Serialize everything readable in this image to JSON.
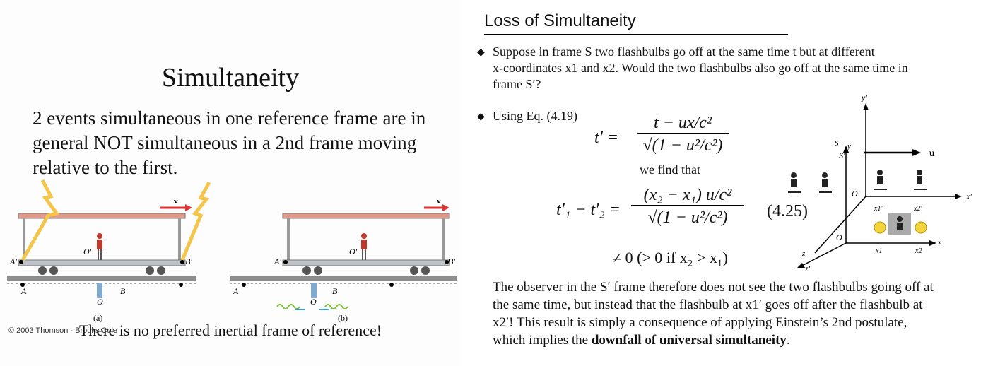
{
  "left": {
    "title": "Simultaneity",
    "body": "2 events simultaneous in one reference frame are in general NOT simultaneous in a 2nd frame moving relative to the first.",
    "caption": "There is no preferred inertial frame of reference!",
    "copyright": "© 2003 Thomson - Brooks Cole",
    "fig": {
      "v": "v",
      "A_prime": "A′",
      "B_prime": "B′",
      "O_prime": "O′",
      "A": "A",
      "B": "B",
      "O": "O",
      "a": "(a)",
      "b": "(b)"
    }
  },
  "right": {
    "title": "Loss of Simultaneity",
    "bullet1": {
      "line1": "Suppose in frame S two flashbulbs go off at the same time t but at different",
      "line2": "x-coordinates x1 and x2. Would the two flashbulbs also go off at the same time in",
      "line3": "frame S′?"
    },
    "bullet2": "Using Eq. (4.19)",
    "we_find": "we find that",
    "eq1": {
      "lhs": "t′ =",
      "num": "t − ux/c²",
      "den": "√(1 − u²/c²)"
    },
    "eq2": {
      "lhs": "t′₁ − t′₂ =",
      "num": "(x₂ − x₁) u/c²",
      "den": "√(1 − u²/c²)",
      "tag": "(4.25)"
    },
    "eq3": "≠ 0 (> 0 if x₂ > x₁)",
    "paragraph": {
      "l1": "The observer in the S′ frame therefore does not see the two flashbulbs going off at",
      "l2": "the same time, but instead that the flashbulb at x1′ goes off after the flashbulb at",
      "l3": "x2′! This result is simply a consequence of applying Einstein’s 2nd postulate,",
      "l4a": "which implies the ",
      "l4b": "downfall of universal simultaneity",
      "l4c": "."
    },
    "fig": {
      "y_prime": "y′",
      "y": "y",
      "S_prime": "S′",
      "S": "S",
      "u": "u",
      "O_prime": "O′",
      "O": "O",
      "x_prime": "x′",
      "x": "x",
      "z": "z",
      "z_prime": "z′",
      "x1p": "x1′",
      "x2p": "x2′",
      "x1": "x1",
      "x2": "x2"
    }
  }
}
